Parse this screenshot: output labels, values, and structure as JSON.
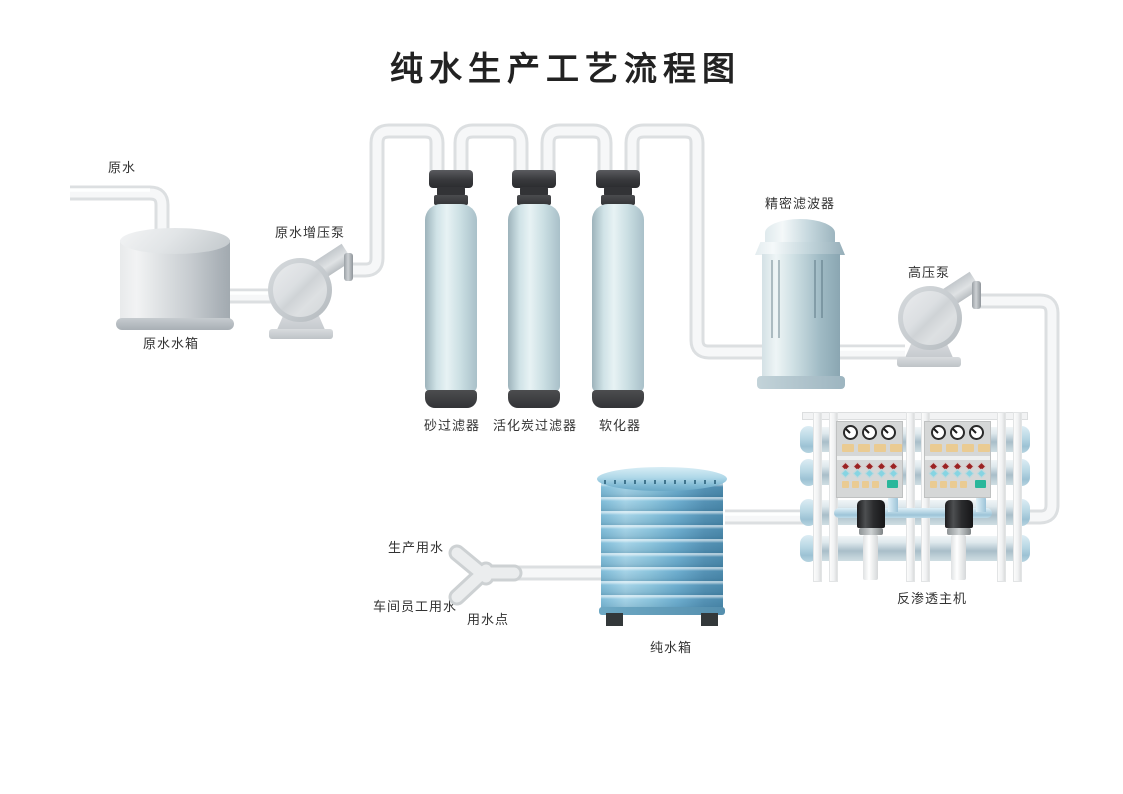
{
  "title": "纯水生产工艺流程图",
  "labels": {
    "raw_water": "原水",
    "raw_water_tank": "原水水箱",
    "raw_booster_pump": "原水增压泵",
    "sand_filter": "砂过滤器",
    "carbon_filter": "活化炭过滤器",
    "softener": "软化器",
    "precision_filter": "精密滤波器",
    "high_pressure_pump": "高压泵",
    "ro_unit": "反渗透主机",
    "pure_water_tank": "纯水箱",
    "production_water": "生产用水",
    "staff_water": "车间员工用水",
    "water_use_point": "用水点"
  },
  "flow_order": [
    "原水",
    "原水水箱",
    "原水增压泵",
    "砂过滤器",
    "活化炭过滤器",
    "软化器",
    "精密滤波器",
    "高压泵",
    "反渗透主机",
    "纯水箱",
    "用水点",
    "生产用水",
    "车间员工用水"
  ],
  "colors": {
    "background": "#ffffff",
    "pipe_fill": "#f6f7f8",
    "pipe_edge": "#dcdfe1",
    "filter_vessel_blue": "#cfe2e6",
    "vessel_cap_dark": "#333437",
    "raw_tank_gray": "#c6cbcf",
    "pure_tank_blue": "#7fbcd8",
    "precision_filter_steel": "#9fbac4",
    "panel_gray": "#d5d7d7",
    "indicator_red": "#9b2323",
    "indicator_cyan": "#86d4e2",
    "button_tan": "#eacb92",
    "button_teal": "#2ab79b",
    "label_text": "#333333",
    "title_text": "#222222"
  }
}
